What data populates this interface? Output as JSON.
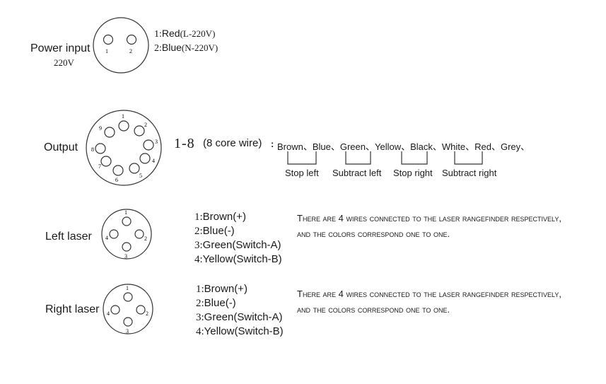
{
  "power": {
    "label": "Power input",
    "voltage": "220V",
    "pins": [
      "1",
      "2"
    ],
    "wires": [
      {
        "num": "1:",
        "color": "Red",
        "note": "(L-220V)"
      },
      {
        "num": "2:",
        "color": "Blue",
        "note": "(N-220V)"
      }
    ]
  },
  "output": {
    "label": "Output",
    "pins": [
      "1",
      "2",
      "3",
      "4",
      "5",
      "6",
      "7",
      "8",
      "9"
    ],
    "range": "1-8",
    "core_note": "(8 core wire)",
    "colon": ":",
    "colors_text": "Brown、Blue、Green、Yellow、Black、White、Red、Grey、",
    "groups": [
      "Stop left",
      "Subtract left",
      "Stop right",
      "Subtract right"
    ]
  },
  "left_laser": {
    "label": "Left laser",
    "pins": [
      "1",
      "2",
      "3",
      "4"
    ],
    "wires": [
      {
        "num": "1:",
        "text": "Brown(+)"
      },
      {
        "num": "2:",
        "text": "Blue(-)"
      },
      {
        "num": "3:",
        "text": "Green(Switch-A)"
      },
      {
        "num": "4:",
        "text": "Yellow(Switch-B)"
      }
    ],
    "note_line1": "There are 4 wires connected to the laser rangefinder respectively,",
    "note_line2": "and the colors correspond one to one."
  },
  "right_laser": {
    "label": "Right laser",
    "pins": [
      "1",
      "2",
      "3",
      "4"
    ],
    "wires": [
      {
        "num": "1:",
        "text": "Brown(+)"
      },
      {
        "num": "2:",
        "text": "Blue(-)"
      },
      {
        "num": "3:",
        "text": "Green(Switch-A)"
      },
      {
        "num": "4:",
        "text": "Yellow(Switch-B)"
      }
    ],
    "note_line1": "There are 4 wires connected to the laser rangefinder respectively,",
    "note_line2": "and the colors correspond one to one."
  }
}
